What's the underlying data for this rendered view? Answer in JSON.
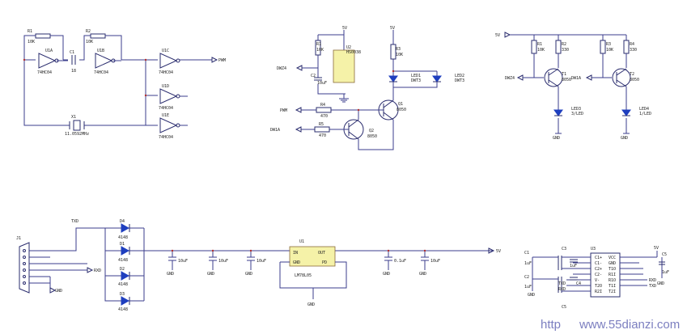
{
  "oscillator": {
    "r1": "R1",
    "r1_val": "10K",
    "r2": "R2",
    "r2_val": "10K",
    "u1a": "U1A",
    "u1a_part": "74HC04",
    "u1b": "U1B",
    "u1b_part": "74HC04",
    "u1c": "U1C",
    "u1c_part": "74HC04",
    "u1d": "U1D",
    "u1d_part": "74HC04",
    "u1e": "U1E",
    "u1e_part": "74HC04",
    "c1": "C1",
    "c1_val": "18",
    "x1": "X1",
    "x1_val": "11.0592MHz",
    "out_net": "PWM"
  },
  "ir_receiver": {
    "vcc": "5V",
    "r": "R1",
    "r_val": "10K",
    "u": "U2",
    "u_part": "HS0038",
    "c": "C2",
    "c_val": "10uF",
    "net": "DWZ4"
  },
  "driver": {
    "vcc": "5V",
    "r_top": "R3",
    "r_top_val": "10K",
    "led1": "LED1",
    "led1_part": "DWT3",
    "led2": "LED2",
    "led2_part": "DWT3",
    "pwm_net": "PWM",
    "r_b1": "R4",
    "r_b1_val": "470",
    "q1": "Q1",
    "q1_part": "8050",
    "in_net": "DW1A",
    "r_b2": "R5",
    "r_b2_val": "470",
    "q2": "Q2",
    "q2_part": "8050"
  },
  "indicators": {
    "vcc": "5V",
    "r1": "R1",
    "r1_val": "10K",
    "r2": "R2",
    "r2_val": "330",
    "r3": "R3",
    "r3_val": "10K",
    "r4": "R4",
    "r4_val": "330",
    "q1": "T1",
    "q1_part": "8050",
    "q2": "T2",
    "q2_part": "8050",
    "net1": "DWZ4",
    "net2": "DW1A",
    "led3": "LED3",
    "led3_part": "3/LED",
    "led4": "LED4",
    "led4_part": "1/LED",
    "gnd": "GND"
  },
  "power": {
    "connector": "J1",
    "net_top": "TXD",
    "net_mid": "RXD",
    "gnd": "GND",
    "d1": "D1",
    "d2": "D2",
    "d3": "D3",
    "d4": "D4",
    "diode_part": "4148",
    "cap_vals": [
      "10uF",
      "10uF",
      "10uF",
      "0.1uF",
      "10uF"
    ],
    "reg": "U1",
    "reg_in": "IN",
    "reg_out": "OUT",
    "reg_gnd": "GND",
    "reg_pd": "PD",
    "reg_part": "LM78L05",
    "vout": "5V"
  },
  "max232": {
    "u": "U3",
    "vcc": "5V",
    "caps": [
      "C1",
      "C2",
      "C3",
      "C4",
      "C5"
    ],
    "cap_val": "1uF",
    "pins_left": [
      "C1+",
      "C1-",
      "C2+",
      "C2-",
      "V-",
      "T2O",
      "R2I"
    ],
    "pins_right": [
      "VCC",
      "GND",
      "T1O",
      "R1I",
      "R1O",
      "T1I",
      "T2I"
    ],
    "nets": [
      "TXD",
      "RXD",
      "RXD",
      "TXD"
    ],
    "gnd": "GND"
  },
  "watermark": {
    "text": "www.55dianzi.com",
    "prefix": "http"
  }
}
